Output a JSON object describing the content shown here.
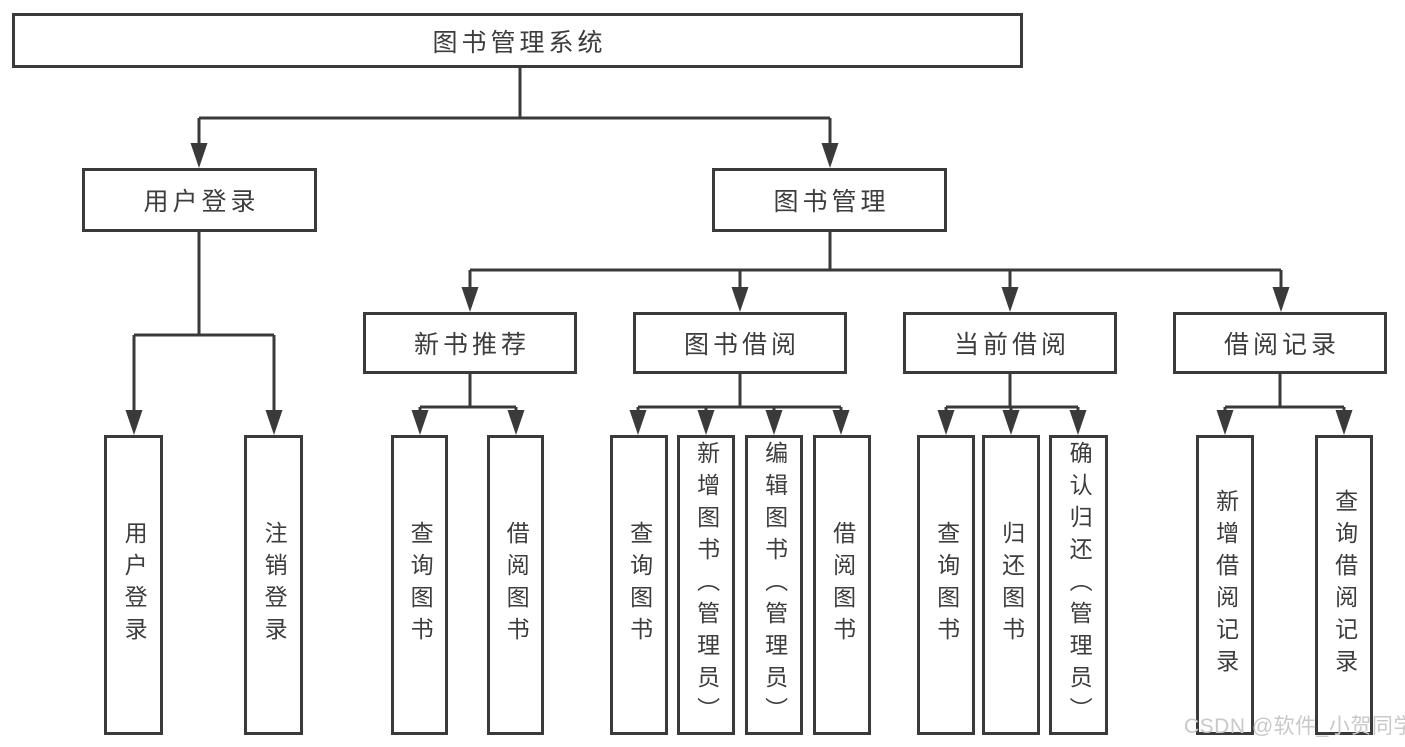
{
  "diagram": {
    "root": {
      "label": "图书管理系统"
    },
    "branches": [
      {
        "label": "用户登录",
        "children": [
          {
            "label": "用户登录"
          },
          {
            "label": "注销登录"
          }
        ]
      },
      {
        "label": "图书管理",
        "children": [
          {
            "label": "新书推荐",
            "children": [
              {
                "label": "查询图书"
              },
              {
                "label": "借阅图书"
              }
            ]
          },
          {
            "label": "图书借阅",
            "children": [
              {
                "label": "查询图书"
              },
              {
                "label": "新增图书（管理员）"
              },
              {
                "label": "编辑图书（管理员）"
              },
              {
                "label": "借阅图书"
              }
            ]
          },
          {
            "label": "当前借阅",
            "children": [
              {
                "label": "查询图书"
              },
              {
                "label": "归还图书"
              },
              {
                "label": "确认归还（管理员）"
              }
            ]
          },
          {
            "label": "借阅记录",
            "children": [
              {
                "label": "新增借阅记录"
              },
              {
                "label": "查询借阅记录"
              }
            ]
          }
        ]
      }
    ]
  },
  "watermark": {
    "text": "CSDN @软件_小贺同学"
  },
  "colors": {
    "line": "#3a3a3a",
    "text": "#3d3d3d",
    "watermark": "#c9c9c9",
    "background": "#ffffff"
  }
}
